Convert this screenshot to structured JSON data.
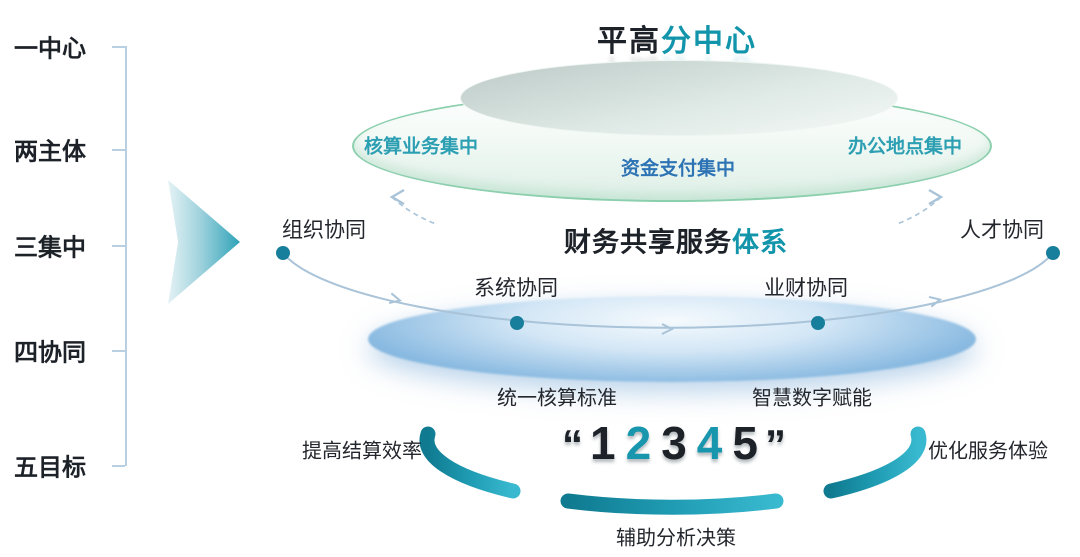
{
  "colors": {
    "teal_accent": "#1295ab",
    "dark_text": "#1d2128",
    "blue_label": "#2e74b5",
    "green_rim": "#8bcfad",
    "arc_line": "#a9c3d8",
    "dot_teal": "#177e9b",
    "ring_teal_dark": "#0f7a90",
    "ring_teal_light": "#39b9cf"
  },
  "left_axis": {
    "items": [
      "一中心",
      "两主体",
      "三集中",
      "四协同",
      "五目标"
    ]
  },
  "title": {
    "prefix": "平高",
    "accent": "分中心"
  },
  "top_disc": {
    "left": "核算业务集中",
    "center": "资金支付集中",
    "right": "办公地点集中"
  },
  "core_title": {
    "prefix": "财务共享服务",
    "accent": "体系"
  },
  "collaboration": {
    "left": "组织协同",
    "mid_left": "系统协同",
    "mid_right": "业财协同",
    "right": "人才协同"
  },
  "goals": {
    "upper_left": "统一核算标准",
    "upper_right": "智慧数字赋能",
    "mid_left": "提高结算效率",
    "mid_right": "优化服务体验",
    "bottom": "辅助分析决策"
  },
  "big_number": {
    "open_quote": "“",
    "digits": [
      "1",
      "2",
      "3",
      "4",
      "5"
    ],
    "close_quote": "”"
  }
}
